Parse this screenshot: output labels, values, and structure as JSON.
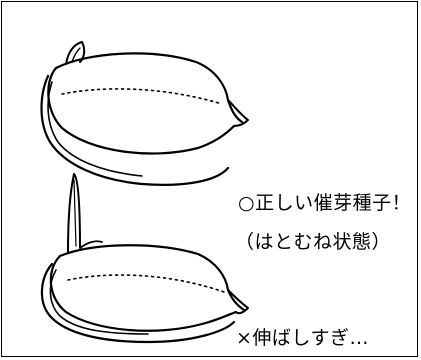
{
  "figure": {
    "good_seed": {
      "caption": "○正しい催芽種子！",
      "subcaption": "（はとむね状態）"
    },
    "bad_seed": {
      "caption": "×伸ばしすぎ…"
    }
  }
}
